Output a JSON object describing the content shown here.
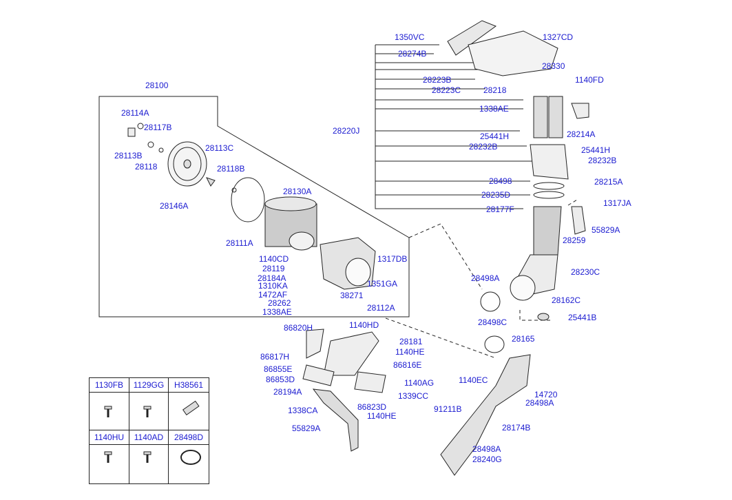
{
  "labels": {
    "p1350VC": "1350VC",
    "p1327CD": "1327CD",
    "p28274B": "28274B",
    "p28330": "28330",
    "p1140FD": "1140FD",
    "p28223B": "28223B",
    "p28223C": "28223C",
    "p28218": "28218",
    "p1338AE_top": "1338AE",
    "p28220J": "28220J",
    "p25441H_a": "25441H",
    "p28214A": "28214A",
    "p28232B_a": "28232B",
    "p25441H_b": "25441H",
    "p28232B_b": "28232B",
    "p28215A": "28215A",
    "p28498_top": "28498",
    "p28235D": "28235D",
    "p1317JA": "1317JA",
    "p28177F": "28177F",
    "p55829A_r": "55829A",
    "p28259": "28259",
    "p28230C": "28230C",
    "p28498A_l": "28498A",
    "p28162C": "28162C",
    "p28498C": "28498C",
    "p25441B": "25441B",
    "p28165": "28165",
    "p1140EC": "1140EC",
    "p14720": "14720",
    "p28498A_r": "28498A",
    "p91211B": "91211B",
    "p28174B": "28174B",
    "p28498A_b": "28498A",
    "p28240G": "28240G",
    "p28100": "28100",
    "p28114A": "28114A",
    "p28117B": "28117B",
    "p28113B": "28113B",
    "p28118": "28118",
    "p28113C": "28113C",
    "p28118B": "28118B",
    "p28146A": "28146A",
    "p28130A": "28130A",
    "p28111A": "28111A",
    "p1140CD": "1140CD",
    "p28119": "28119",
    "p28184A": "28184A",
    "p1310KA": "1310KA",
    "p1472AF": "1472AF",
    "p28262": "28262",
    "p1338AE_l": "1338AE",
    "p38271": "38271",
    "p28112A": "28112A",
    "p1317DB": "1317DB",
    "p1351GA": "1351GA",
    "p86820H": "86820H",
    "p1140HD": "1140HD",
    "p28181": "28181",
    "p86817H": "86817H",
    "p1140HE_a": "1140HE",
    "p86816E": "86816E",
    "p86855E": "86855E",
    "p86853D": "86853D",
    "p1140AG": "1140AG",
    "p28194A": "28194A",
    "p1339CC": "1339CC",
    "p86823D": "86823D",
    "p1338CA": "1338CA",
    "p1140HE_b": "1140HE",
    "p55829A_b": "55829A"
  },
  "legend_table": {
    "headers_row1": [
      "1130FB",
      "1129GG",
      "H38561"
    ],
    "headers_row2": [
      "1140HU",
      "1140AD",
      "28498D"
    ]
  }
}
